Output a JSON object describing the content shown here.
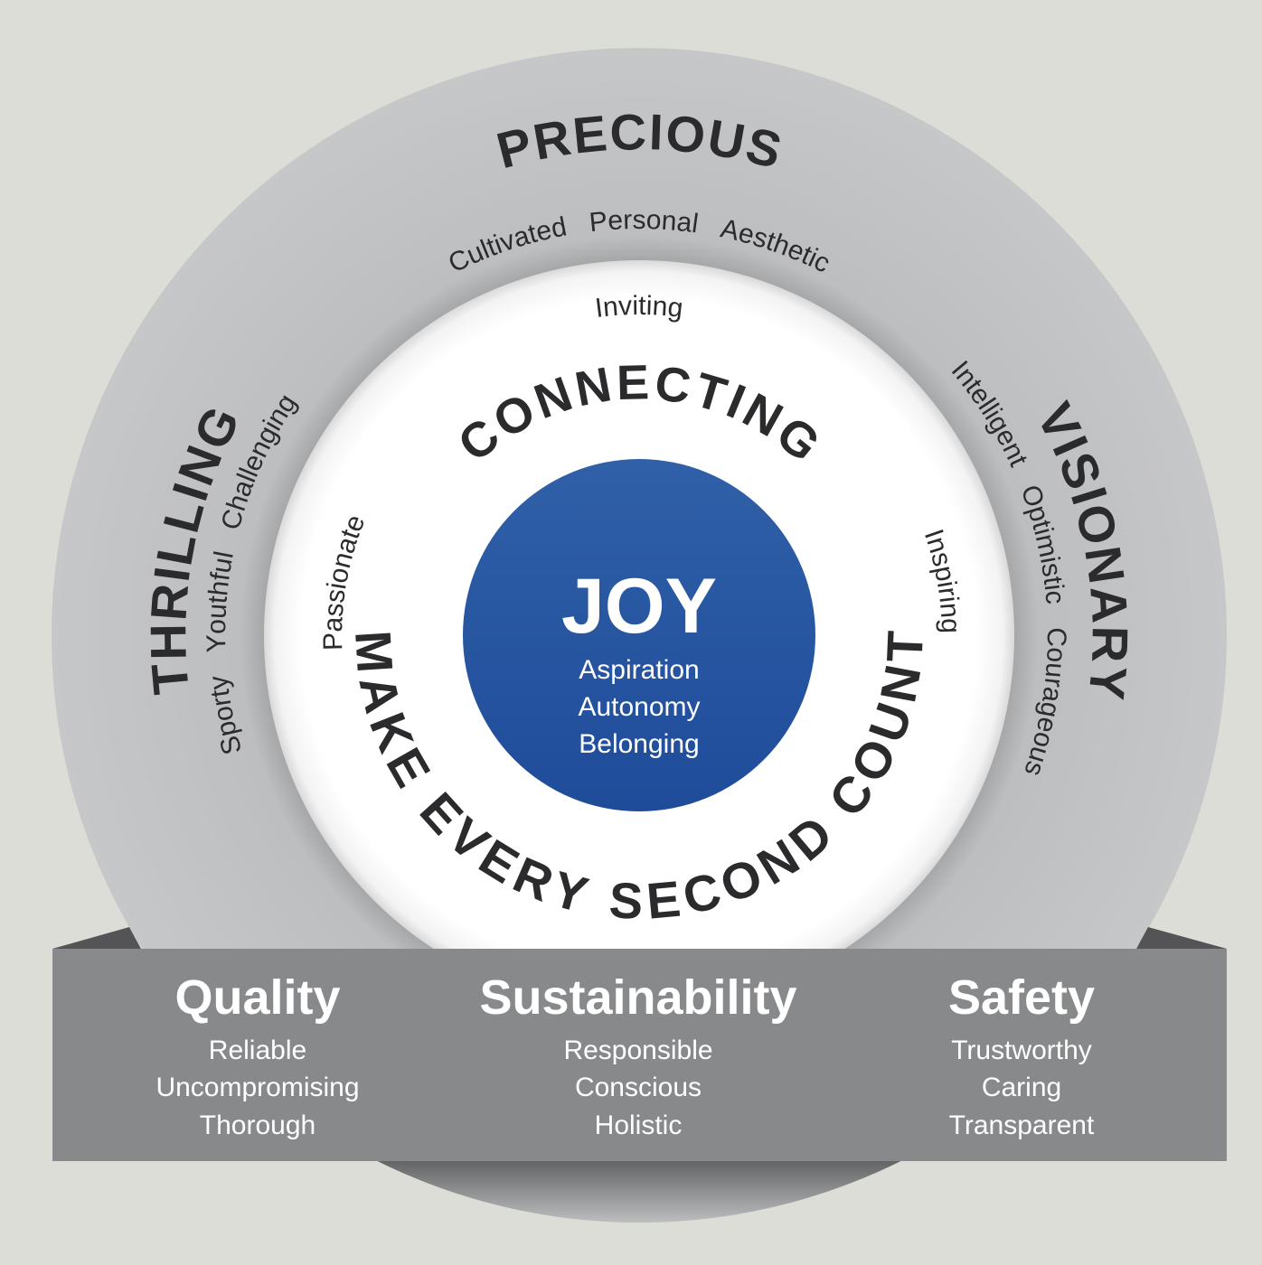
{
  "outer_ring": {
    "top": {
      "title": "PRECIOUS",
      "traits": "Cultivated   Personal   Aesthetic"
    },
    "left": {
      "title": "THRILLING",
      "traits": "Sporty   Youthful   Challenging"
    },
    "right": {
      "title": "VISIONARY",
      "traits": "Intelligent   Optimistic   Courageous"
    }
  },
  "inner_ring": {
    "top_word": "Inviting",
    "left_word": "Passionate",
    "right_word": "Inspiring",
    "top_title": "CONNECTING",
    "bottom_title": "MAKE EVERY SECOND COUNT"
  },
  "core": {
    "title": "JOY",
    "items": [
      "Aspiration",
      "Autonomy",
      "Belonging"
    ]
  },
  "pillars": [
    {
      "title": "Quality",
      "items": [
        "Reliable",
        "Uncompromising",
        "Thorough"
      ]
    },
    {
      "title": "Sustainability",
      "items": [
        "Responsible",
        "Conscious",
        "Holistic"
      ]
    },
    {
      "title": "Safety",
      "items": [
        "Trustworthy",
        "Caring",
        "Transparent"
      ]
    }
  ],
  "colors": {
    "background": "#dcddd7",
    "outer_ring": "#c4c5c7",
    "core_blue": "#2a56a0",
    "banner": "#88898b"
  }
}
